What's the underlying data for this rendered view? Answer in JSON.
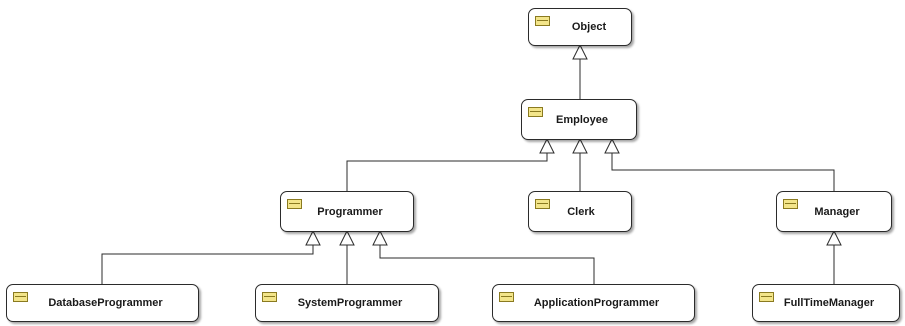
{
  "diagram": {
    "classes": {
      "object": {
        "label": "Object",
        "icon": "class-icon"
      },
      "employee": {
        "label": "Employee",
        "icon": "class-icon"
      },
      "programmer": {
        "label": "Programmer",
        "icon": "class-icon"
      },
      "clerk": {
        "label": "Clerk",
        "icon": "class-icon"
      },
      "manager": {
        "label": "Manager",
        "icon": "class-icon"
      },
      "database_programmer": {
        "label": "DatabaseProgrammer",
        "icon": "class-icon"
      },
      "system_programmer": {
        "label": "SystemProgrammer",
        "icon": "class-icon"
      },
      "application_programmer": {
        "label": "ApplicationProgrammer",
        "icon": "class-icon"
      },
      "full_time_manager": {
        "label": "FullTimeManager",
        "icon": "class-icon"
      }
    },
    "generalizations": [
      {
        "child": "Employee",
        "parent": "Object"
      },
      {
        "child": "Programmer",
        "parent": "Employee"
      },
      {
        "child": "Clerk",
        "parent": "Employee"
      },
      {
        "child": "Manager",
        "parent": "Employee"
      },
      {
        "child": "DatabaseProgrammer",
        "parent": "Programmer"
      },
      {
        "child": "SystemProgrammer",
        "parent": "Programmer"
      },
      {
        "child": "ApplicationProgrammer",
        "parent": "Programmer"
      },
      {
        "child": "FullTimeManager",
        "parent": "Manager"
      }
    ],
    "colors": {
      "line": "#2b2b2b",
      "icon_fill": "#f3e58a",
      "icon_border": "#8a7a20"
    }
  }
}
